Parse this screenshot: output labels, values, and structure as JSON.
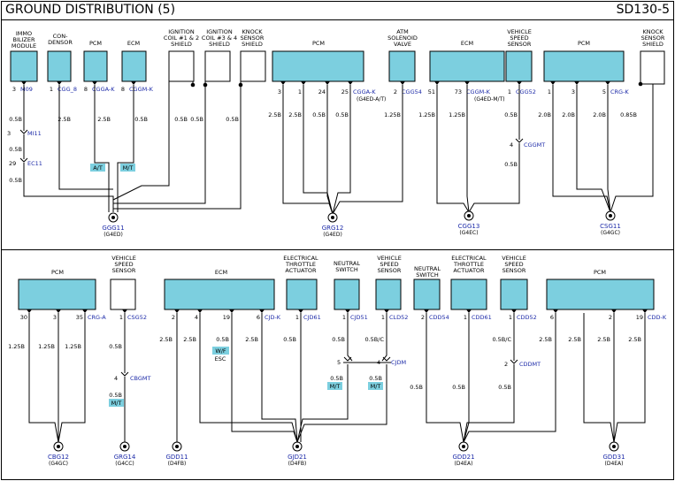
{
  "header": {
    "title": "GROUND DISTRIBUTION (5)",
    "code": "SD130-5"
  },
  "colors": {
    "component": "#7ccfdf",
    "wire": "#000000",
    "ground_label": "#1c2aa8",
    "background": "#ffffff"
  },
  "top": {
    "components": [
      {
        "label": "IMMO BILIZER MODULE"
      },
      {
        "label": "CON- DENSOR"
      },
      {
        "label": "PCM"
      },
      {
        "label": "ECM"
      },
      {
        "label": "IGNITION COIL #1 & 2 SHIELD"
      },
      {
        "label": "IGNITION COIL #3 & 4 SHIELD"
      },
      {
        "label": "KNOCK SENSOR SHIELD"
      },
      {
        "label": "PCM"
      },
      {
        "label": "ATM SOLENOID VALVE"
      },
      {
        "label": "ECM"
      },
      {
        "label": "VEHICLE SPEED SENSOR"
      },
      {
        "label": "PCM"
      },
      {
        "label": "KNOCK SENSOR SHIELD"
      }
    ],
    "pins": [
      {
        "pin": "3",
        "conn": "M09"
      },
      {
        "pin": "1",
        "conn": "CGG_8"
      },
      {
        "pin": "8",
        "conn": "CGGA-K"
      },
      {
        "pin": "8",
        "conn": "CGGM-K"
      },
      {
        "pin": "3",
        "conn": ""
      },
      {
        "pin": "1",
        "conn": ""
      },
      {
        "pin": "24",
        "conn": ""
      },
      {
        "pin": "25",
        "conn": "CGGA-K"
      },
      {
        "pin": "2",
        "conn": "CGG54"
      },
      {
        "pin": "51",
        "conn": ""
      },
      {
        "pin": "73",
        "conn": "CGGM-K"
      },
      {
        "pin": "1",
        "conn": "CGG52"
      },
      {
        "pin": "1",
        "conn": ""
      },
      {
        "pin": "3",
        "conn": ""
      },
      {
        "pin": "5",
        "conn": "CRG-K"
      }
    ],
    "wires": [
      "0.5B",
      "0.5B",
      "2.5B",
      "2.5B",
      "0.5B",
      "0.5B",
      "0.5B",
      "2.5B",
      "2.5B",
      "0.5B",
      "0.5B",
      "1.25B",
      "1.25B",
      "1.25B",
      "0.5B",
      "0.5B",
      "2.0B",
      "2.0B",
      "2.0B",
      "0.85B",
      "0.5B",
      "0.5B"
    ],
    "connectors": [
      {
        "pin": "3",
        "conn": "MI11"
      },
      {
        "pin": "29",
        "conn": "EC11"
      },
      {
        "pin": "4",
        "conn": "CGGMT"
      }
    ],
    "notes": [
      "(G4ED-M/T)",
      "(G4ED-A/T)"
    ],
    "badges": [
      "A/T",
      "M/T"
    ],
    "grounds": [
      {
        "id": "GGG11",
        "engine": "(G4ED)"
      },
      {
        "id": "GRG12",
        "engine": "(G4ED)"
      },
      {
        "id": "CGG13",
        "engine": "(G4EC)"
      },
      {
        "id": "CSG11",
        "engine": "(G4GC)"
      }
    ]
  },
  "bottom": {
    "components": [
      {
        "label": "PCM"
      },
      {
        "label": "VEHICLE SPEED SENSOR"
      },
      {
        "label": "ECM"
      },
      {
        "label": "ELECTRICAL THROTTLE ACTUATOR"
      },
      {
        "label": "NEUTRAL SWITCH"
      },
      {
        "label": "VEHICLE SPEED SENSOR"
      },
      {
        "label": "NEUTRAL SWITCH"
      },
      {
        "label": "ELECTRICAL THROTTLE ACTUATOR"
      },
      {
        "label": "VEHICLE SPEED SENSOR"
      },
      {
        "label": "PCM"
      }
    ],
    "pins": [
      {
        "pin": "30",
        "conn": ""
      },
      {
        "pin": "3",
        "conn": ""
      },
      {
        "pin": "35",
        "conn": "CRG-A"
      },
      {
        "pin": "1",
        "conn": "CSG52"
      },
      {
        "pin": "2",
        "conn": ""
      },
      {
        "pin": "4",
        "conn": ""
      },
      {
        "pin": "19",
        "conn": ""
      },
      {
        "pin": "6",
        "conn": "CJD-K"
      },
      {
        "pin": "1",
        "conn": "CJD61"
      },
      {
        "pin": "1",
        "conn": "CJD51"
      },
      {
        "pin": "1",
        "conn": "CLD52"
      },
      {
        "pin": "2",
        "conn": "CDD54"
      },
      {
        "pin": "1",
        "conn": "CDD61"
      },
      {
        "pin": "1",
        "conn": "CDD52"
      },
      {
        "pin": "6",
        "conn": ""
      },
      {
        "pin": "2",
        "conn": ""
      },
      {
        "pin": "19",
        "conn": "CDD-K"
      }
    ],
    "wires": [
      "1.25B",
      "1.25B",
      "1.25B",
      "0.5B",
      "0.5B",
      "2.5B",
      "2.5B",
      "0.5B",
      "2.5B",
      "0.5B",
      "0.5B",
      "0.5B/C",
      "0.5B",
      "0.5B",
      "0.5B",
      "0.5B",
      "0.5B/C",
      "0.5B",
      "2.5B",
      "2.5B",
      "2.5B"
    ],
    "connectors": [
      {
        "pin": "4",
        "conn": "CBGMT"
      },
      {
        "pin": "5",
        "conn": ""
      },
      {
        "pin": "4",
        "conn": "CJDM"
      },
      {
        "pin": "2",
        "conn": "CDDMT"
      }
    ],
    "badges": [
      "M/T",
      "W/F ESC",
      "M/T",
      "M/T"
    ],
    "grounds": [
      {
        "id": "CBG12",
        "engine": "(G4GC)"
      },
      {
        "id": "GRG14",
        "engine": "(G4CC)"
      },
      {
        "id": "GDD11",
        "engine": "(D4FB)"
      },
      {
        "id": "GJD21",
        "engine": "(D4FB)"
      },
      {
        "id": "GDD21",
        "engine": "(D4EA)"
      },
      {
        "id": "GDD31",
        "engine": "(D4EA)"
      }
    ]
  }
}
